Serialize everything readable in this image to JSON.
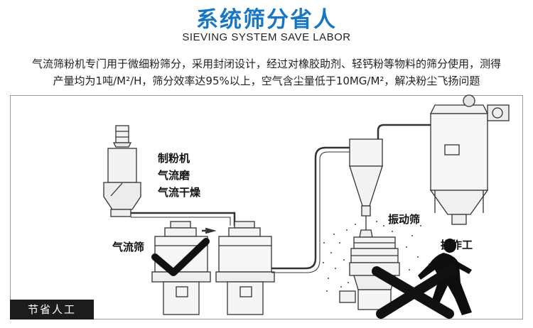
{
  "header": {
    "title": "系统筛分省人",
    "subtitle": "SIEVING SYSTEM SAVE LABOR"
  },
  "description": {
    "line1": "气流筛粉机专门用于微细粉筛分，采用封闭设计，经过对橡胶助剂、轻钙粉等物料的筛分使用，测得",
    "line2": "产量均为1吨/M²/H，筛分效率达95%以上，空气含尘量低于10MG/M²，解决粉尘飞扬问题"
  },
  "labels": {
    "mill_1": "制粉机",
    "mill_2": "气流磨",
    "mill_3": "气流干燥",
    "air_sieve": "气流筛",
    "vibrating_sieve": "振动筛",
    "operator": "操作工"
  },
  "badge": "节省人工",
  "colors": {
    "accent": "#1777c4",
    "cross": "#111111",
    "badge_bg": "#1c1c1c"
  }
}
